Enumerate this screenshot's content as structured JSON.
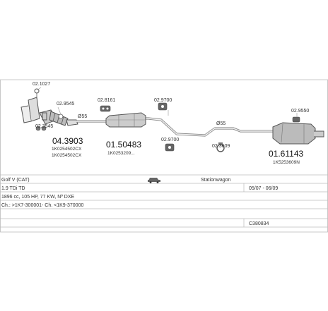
{
  "parts": {
    "p1": "02.1027",
    "p2": "02.9545",
    "p3": "02.3545",
    "p4": "02.8161",
    "p5": "02.9700",
    "p6": "02.9700",
    "p7": "02.3609",
    "p8": "02.9550"
  },
  "diameters": {
    "d1": "Ø55",
    "d2": "Ø55"
  },
  "assemblies": {
    "a1": {
      "number": "04.3903",
      "oem1": "1K0254502CX",
      "oem2": "1K0254502CX"
    },
    "a2": {
      "number": "01.50483",
      "oem1": "1K0253209..."
    },
    "a3": {
      "number": "01.61143",
      "oem1": "1K5253609N"
    }
  },
  "info": {
    "model": "Golf V (CAT)",
    "body": "Stationwagon",
    "engine": "1.9 TDi TD",
    "years": "05/07 - 06/09",
    "spec": "1896 cc, 105 HP, 77 KW, Nº DXE",
    "chassis": "Ch.: >1K7-300001- Ch. <1K9-370000",
    "code": "C380834"
  },
  "colors": {
    "line": "#999999",
    "part": "#555555",
    "text": "#333333"
  }
}
